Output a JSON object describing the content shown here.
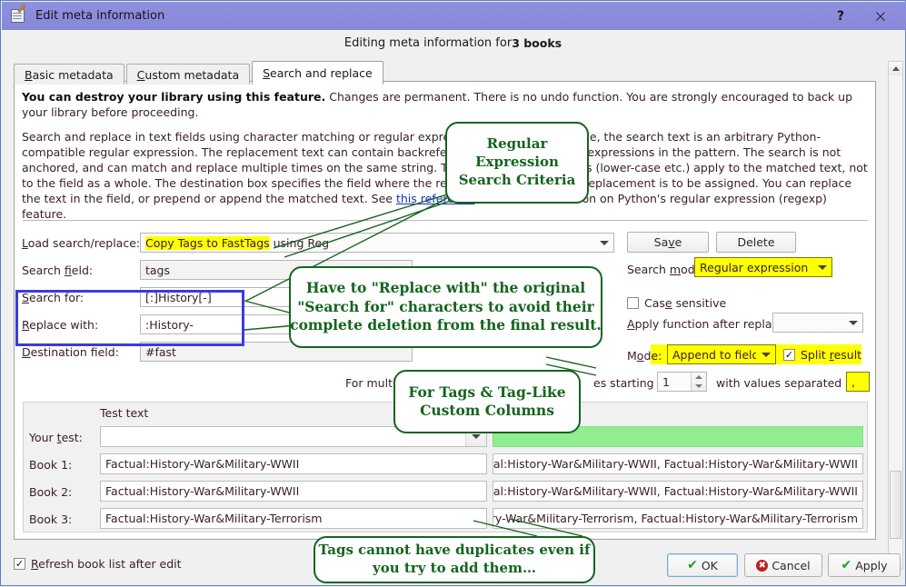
{
  "window": {
    "title": "Edit meta information",
    "icon": "edit-metadata-icon",
    "help_label": "?",
    "close_label": "×"
  },
  "header": {
    "prefix": "Editing meta information for ",
    "count": "3 books"
  },
  "tabs": [
    {
      "label": "Basic metadata",
      "accel": "B",
      "active": false
    },
    {
      "label": "Custom metadata",
      "accel": "C",
      "active": false
    },
    {
      "label": "Search and replace",
      "accel": "S",
      "active": true
    }
  ],
  "warning": {
    "bold": "You can destroy your library using this feature.",
    "rest": " Changes are permanent. There is no undo function. You are strongly encouraged to back up your library before proceeding."
  },
  "description": {
    "part1": "Search and replace in text fields using character matching or regular expressions. In character mode, the search text is an arbitrary Python-compatible regular expression. The replacement text can contain backreferences to parenthesized expressions in the pattern. The search is not anchored, and can match and replace multiple times on the same string. The modification functions (lower-case etc.) apply to the matched text, not to the field as a whole. The destination box specifies the field where the result after matching and replacement is to be assigned. You can replace the text in the field, or prepend or append the matched text. See ",
    "link": "this reference",
    "part2": " for more information on Python's regular expression (regexp) feature."
  },
  "form": {
    "load_label": "Load search/replace:",
    "load_accel": "L",
    "load_value_highlight": "Copy Tags to FastTags",
    "load_value_rest": " using Reg",
    "search_field_label": "Search field:",
    "search_field_accel": "f",
    "search_field_value": "tags",
    "search_for_label": "Search for:",
    "search_for_accel": "S",
    "search_for_value": "[:]History[-]",
    "replace_with_label": "Replace with:",
    "replace_with_accel": "R",
    "replace_with_value": ":History-",
    "destination_label": "Destination field:",
    "destination_accel": "D",
    "destination_value": "#fast",
    "save_label": "Save",
    "save_accel": "v",
    "delete_label": "Delete",
    "search_mode_label": "Search mode:",
    "search_mode_accel": "m",
    "search_mode_value": "Regular expression",
    "case_sensitive_label": "Case sensitive",
    "case_sensitive_accel": "e",
    "case_sensitive_checked": false,
    "apply_function_label": "Apply function after replace:",
    "apply_function_accel": "A",
    "apply_function_value": "",
    "mode_label": "Mode:",
    "mode_accel": "o",
    "mode_value": "Append to field",
    "split_result_label": "Split result",
    "split_result_accel": "r",
    "split_result_checked": true,
    "multiple_prefix": "For multiple",
    "multiple_mid": "es starting at",
    "start_at_value": "1",
    "separator_label": "with values separated by",
    "separator_accel": "y",
    "separator_value": ","
  },
  "test": {
    "column_header": "Test text",
    "your_test_label": "Your test:",
    "your_test_accel": "t",
    "your_test_value": "",
    "your_test_result": "",
    "rows": [
      {
        "label": "Book 1:",
        "source": "Factual:History-War&Military-WWII",
        "result": ", Factual:History-War&Military-WWII, Factual:History-War&Military-WWII"
      },
      {
        "label": "Book 2:",
        "source": "Factual:History-War&Military-WWII",
        "result": ", Factual:History-War&Military-WWII, Factual:History-War&Military-WWII"
      },
      {
        "label": "Book 3:",
        "source": "Factual:History-War&Military-Terrorism",
        "result": ":History-War&Military-Terrorism, Factual:History-War&Military-Terrorism"
      }
    ]
  },
  "bottom": {
    "refresh_label": "Refresh book list after edit",
    "refresh_accel": "R",
    "refresh_checked": true,
    "ok_label": "OK",
    "cancel_label": "Cancel",
    "apply_label": "Apply"
  },
  "annotations": [
    {
      "id": "regex-criteria",
      "lines": [
        "Regular",
        "Expression",
        "Search Criteria"
      ]
    },
    {
      "id": "replace-with-note",
      "lines": [
        "Have to \"Replace with\" the original",
        "\"Search for\" characters to avoid their",
        "complete deletion from the final result."
      ]
    },
    {
      "id": "tag-like-note",
      "lines": [
        "For Tags & Tag-Like",
        "Custom Columns"
      ]
    },
    {
      "id": "duplicates-note",
      "lines": [
        "Tags cannot have duplicates even if",
        "you try to add them…"
      ]
    }
  ],
  "colors": {
    "titlebar": "#8b8bdc",
    "highlight": "#ffff00",
    "annotation": "#14641e",
    "result_green": "#90ee90",
    "focus_blue": "#3c3cd8"
  }
}
